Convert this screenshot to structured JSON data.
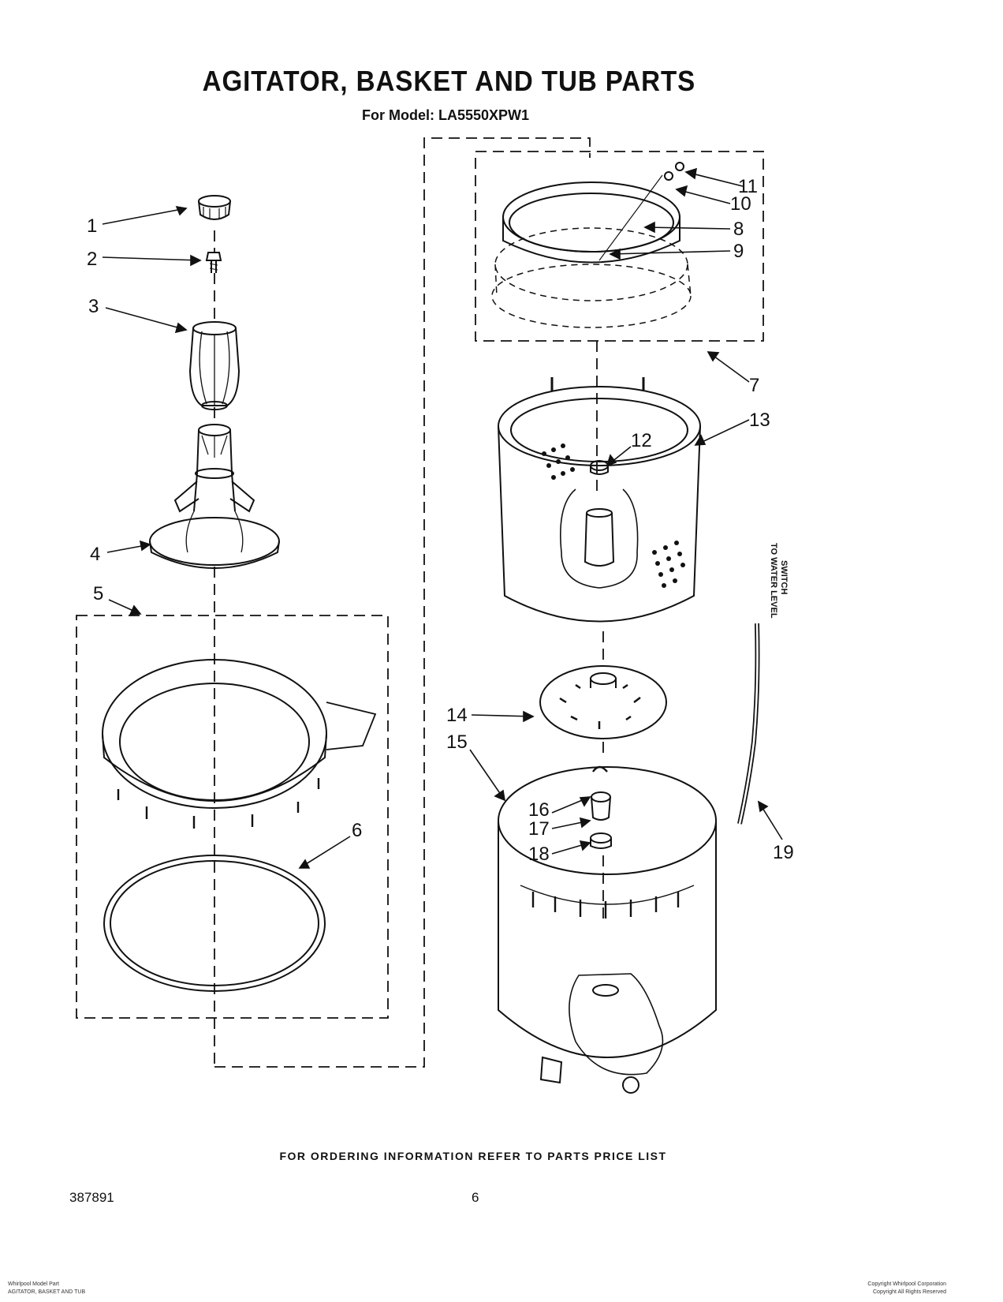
{
  "header": {
    "title": "AGITATOR, BASKET AND TUB PARTS",
    "subtitle": "For Model: LA5550XPW1"
  },
  "callouts": [
    "1",
    "2",
    "3",
    "4",
    "5",
    "6",
    "7",
    "8",
    "9",
    "10",
    "11",
    "12",
    "13",
    "14",
    "15",
    "16",
    "17",
    "18",
    "19"
  ],
  "hose_label": [
    "TO WATER LEVEL",
    "SWITCH"
  ],
  "footer": {
    "ordering_note": "FOR ORDERING INFORMATION REFER TO PARTS PRICE LIST",
    "document_number": "387891",
    "page_number": "6"
  },
  "fine_print": {
    "left_line1": "Whirlpool Model Part",
    "left_line2": "AGITATOR, BASKET AND TUB",
    "right_line1": "Copyright Whirlpool Corporation",
    "right_line2": "Copyright All Rights Reserved"
  },
  "colors": {
    "ink": "#111111",
    "paper": "#ffffff"
  }
}
